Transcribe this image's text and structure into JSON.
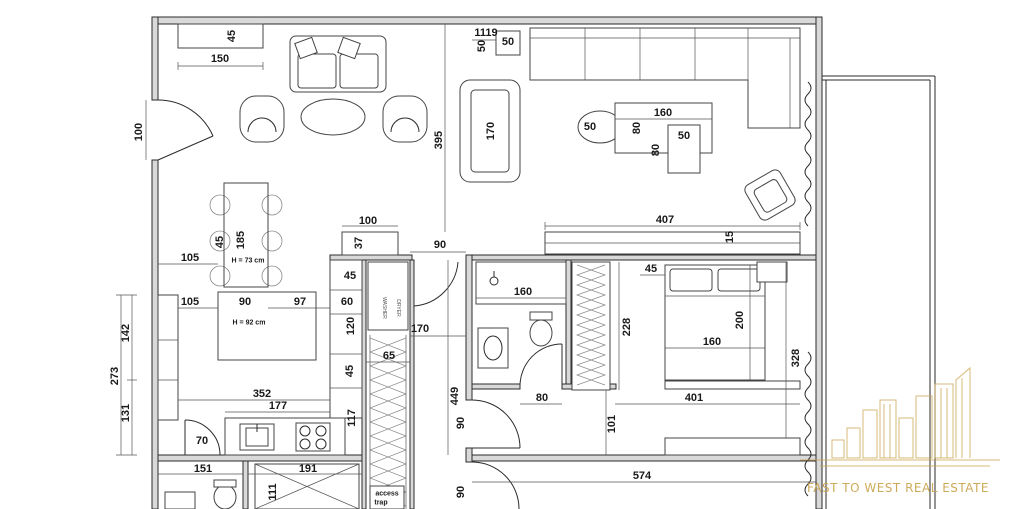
{
  "living_room": {
    "cabinet_depth": "45",
    "cabinet_width": "150",
    "entry_door_width": "100",
    "partition_length": "395",
    "side_table_label": "1119",
    "side_table_depth": "50",
    "side_table_width": "50",
    "armchair_length": "170",
    "coffee_table_width": "160",
    "pouf_size": "50",
    "coffee_table_depth": "80",
    "ottoman_depth": "80",
    "ottoman_width": "50",
    "tv_wall_length": "407",
    "tv_unit_depth": "15"
  },
  "dining": {
    "chair_spacing": "45",
    "table_length": "185",
    "table_height": "H = 73 cm",
    "table_offset": "105"
  },
  "kitchen": {
    "island_offset": "105",
    "island_depth": "90",
    "island_length": "97",
    "island_height": "H = 92 cm",
    "niche_width": "100",
    "niche_depth": "37",
    "column_45_top": "45",
    "column_60": "60",
    "column_120": "120",
    "column_45_bottom": "45",
    "counter_total": "352",
    "counter_run": "177",
    "counter_return": "117",
    "side_upper": "142",
    "side_total": "273",
    "side_lower": "131",
    "door_70": "70"
  },
  "laundry": {
    "appliance_top": "DRYER",
    "appliance_bottom": "WASHER",
    "corridor_door": "90",
    "corridor_length": "170",
    "width": "65",
    "hall_length": "449",
    "access": "access",
    "trap": "trap"
  },
  "bathroom": {
    "shower_length": "160",
    "door_width": "80"
  },
  "bedroom": {
    "nightstand": "45",
    "wardrobe_length": "228",
    "bed_length": "200",
    "bed_width": "160",
    "room_depth": "328",
    "room_width": "401",
    "offset": "101",
    "door_width": "90"
  },
  "lower": {
    "wc_width": "151",
    "bath_width": "191",
    "bath_depth": "111",
    "room_width": "574",
    "door_width": "90"
  },
  "watermark": {
    "text": "FAST TO WEST REAL ESTATE"
  },
  "colors": {
    "ink": "#2b2b2b",
    "wall": "#d9d9d9",
    "brand": "#c9a24a"
  }
}
